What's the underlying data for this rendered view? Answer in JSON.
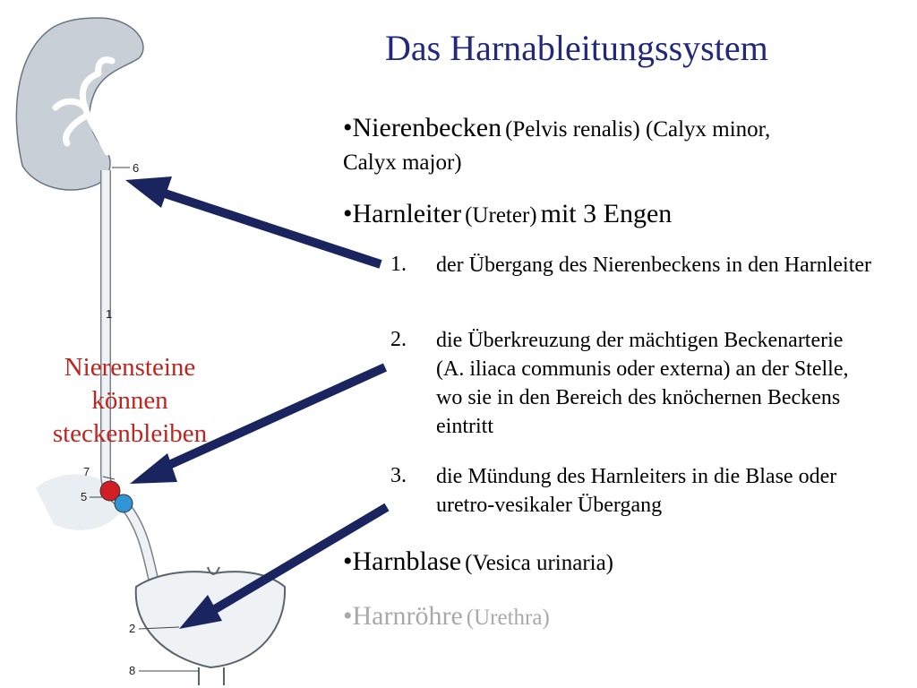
{
  "title": "Das Harnableitungssystem",
  "bullets": {
    "nierenbecken": {
      "main": "•Nierenbecken",
      "detail": "(Pelvis renalis) (Calyx minor,",
      "cont": "Calyx major)"
    },
    "harnleiter": {
      "main": "•Harnleiter",
      "detail": "(Ureter)",
      "tail": "mit 3 Engen"
    },
    "engen": [
      {
        "num": "1.",
        "text": "der Übergang des Nierenbeckens in den Harnleiter"
      },
      {
        "num": "2.",
        "text": "die Überkreuzung der mächtigen Beckenarterie (A. iliaca communis oder externa) an der Stelle, wo sie in den Bereich des knöchernen Beckens eintritt"
      },
      {
        "num": "3.",
        "text": "die Mündung des Harnleiters in die Blase oder uretro-vesikaler Übergang"
      }
    ],
    "harnblase": {
      "main": "•Harnblase",
      "detail": "(Vesica urinaria)"
    },
    "harnroehre": {
      "main": "•Harnröhre",
      "detail": "(Urethra)"
    }
  },
  "side_note": {
    "line1": "Nierensteine",
    "line2": "können",
    "line3": "steckenbleiben"
  },
  "labels": {
    "l6": "6",
    "l1": "1",
    "l7": "7",
    "l5": "5",
    "l2": "2",
    "l8": "8"
  },
  "colors": {
    "title": "#22287a",
    "arrow": "#1a2560",
    "side_note": "#c0241e",
    "kidney": "#c9cfd6",
    "stone_red": "#d21f26",
    "stone_blue": "#2f95d6"
  }
}
